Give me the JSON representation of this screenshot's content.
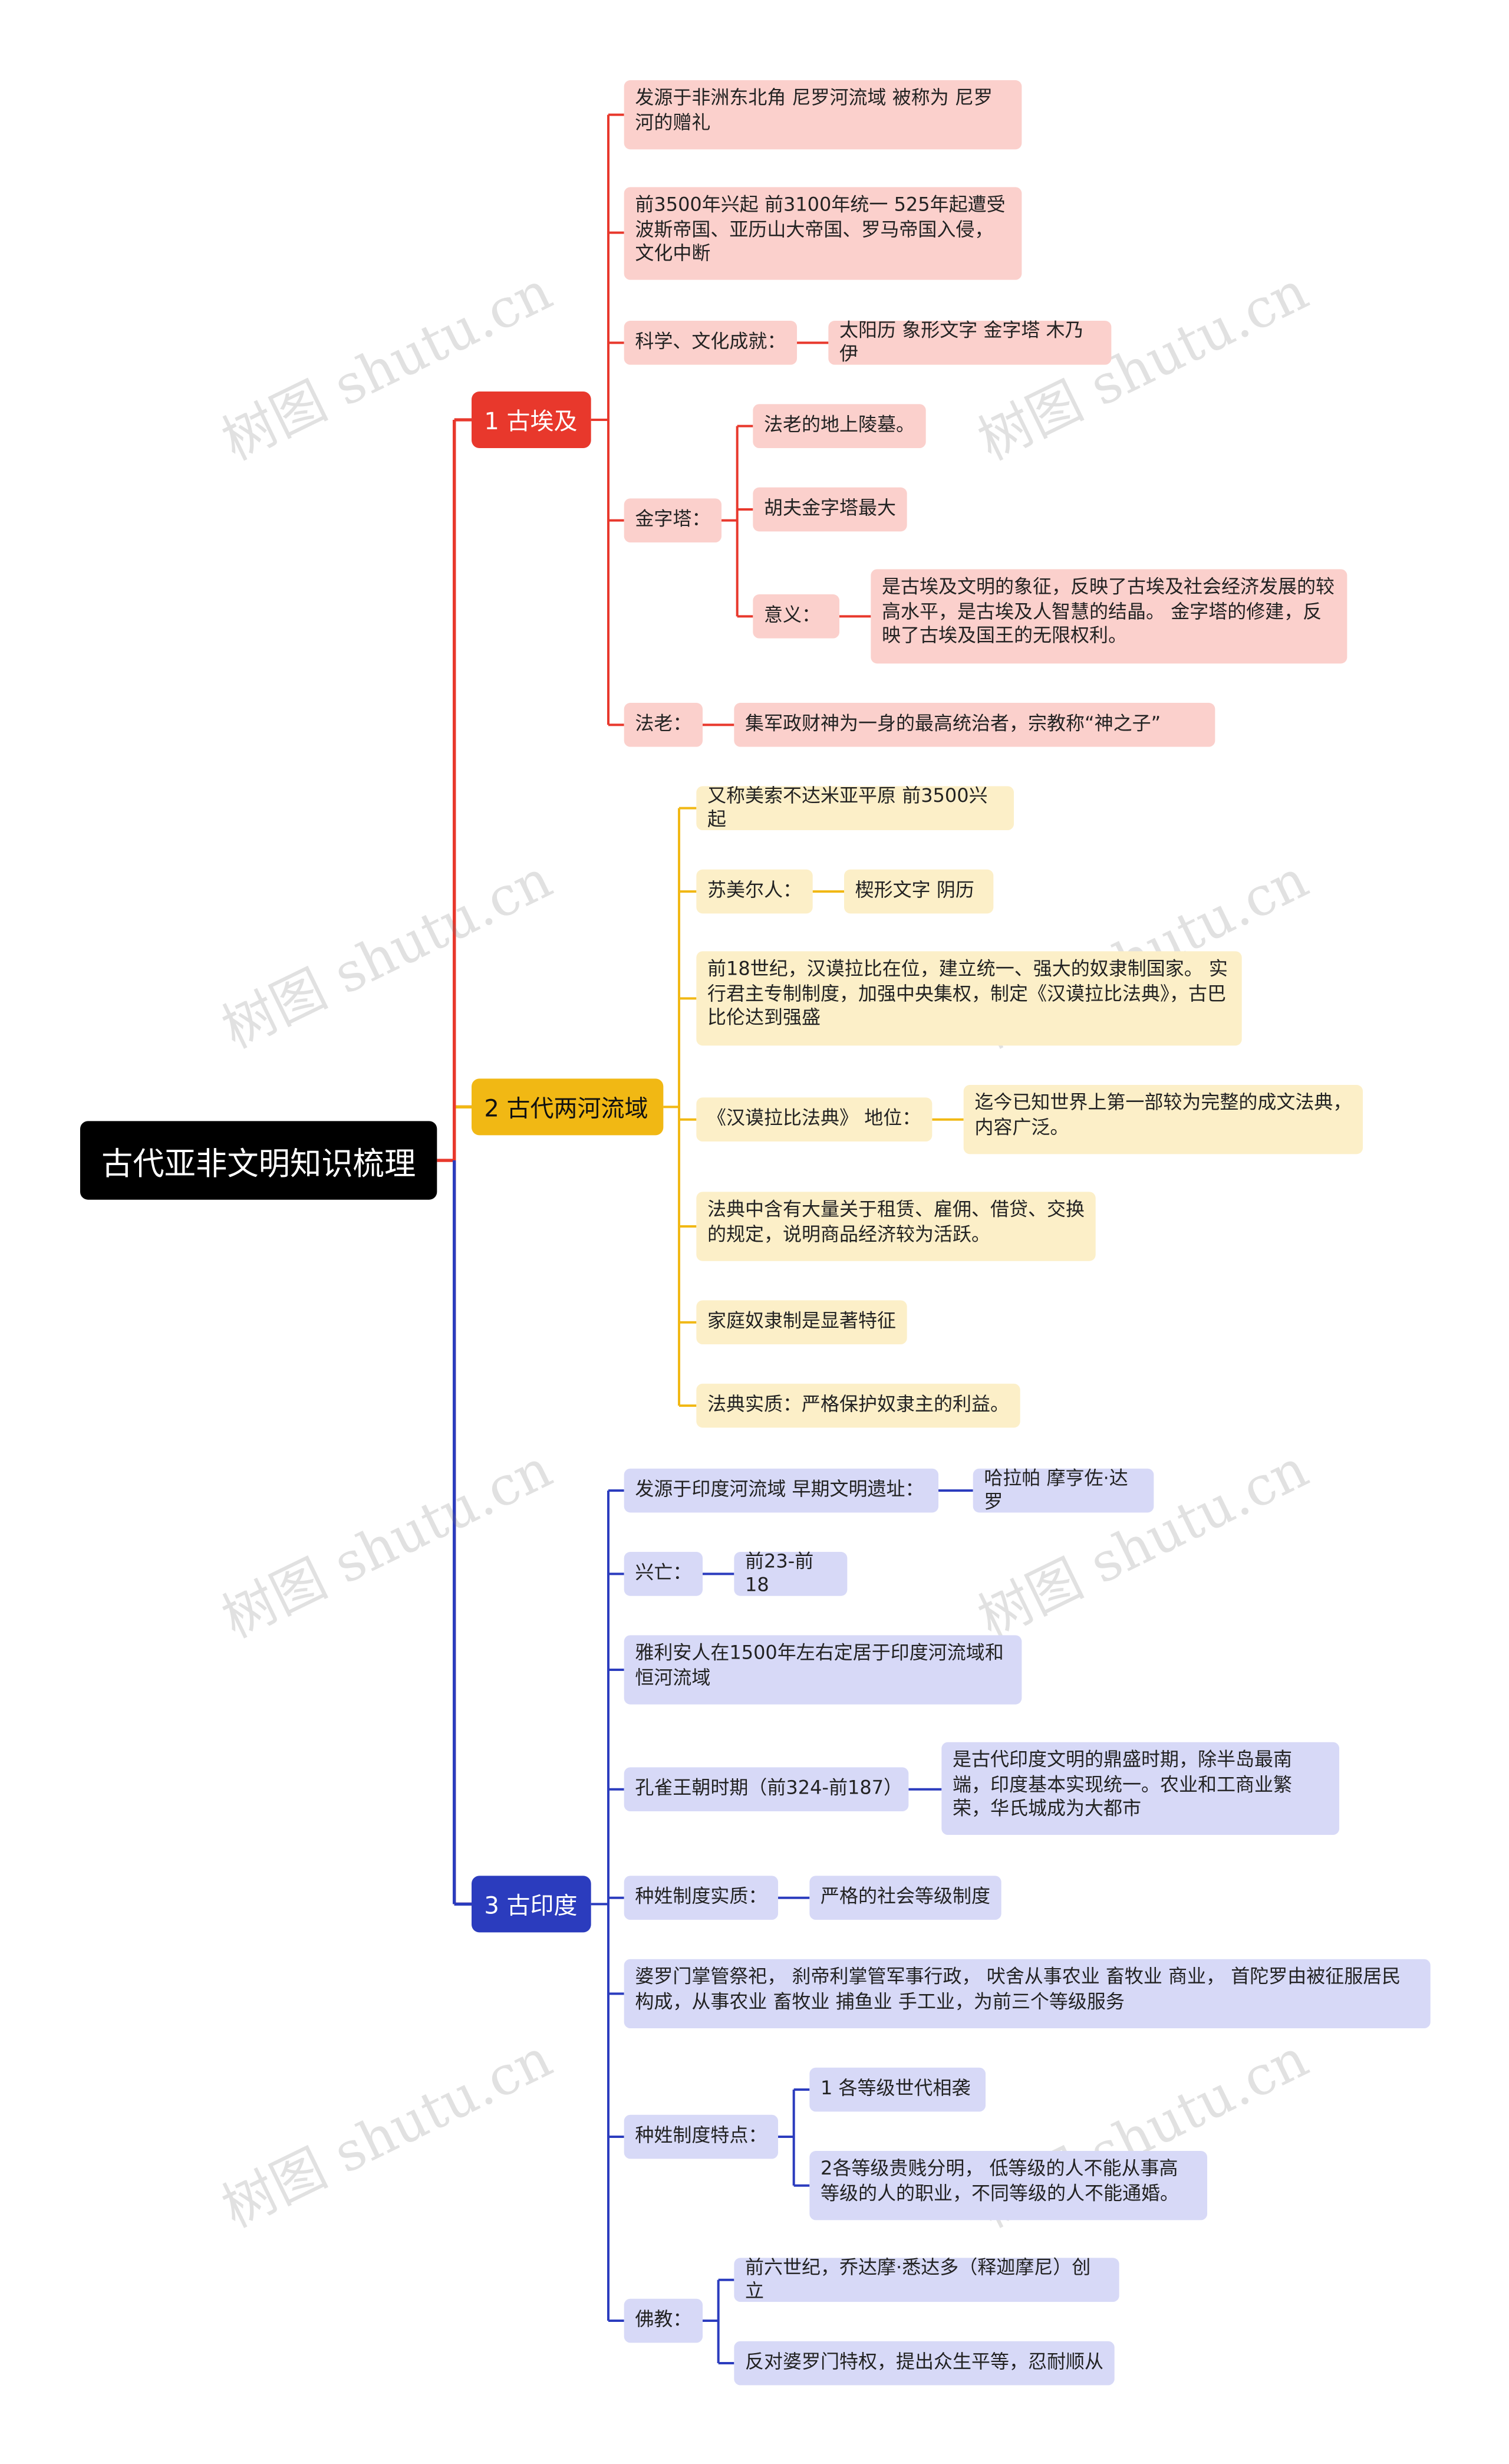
{
  "root": "古代亚非文明知识梳理",
  "watermark": "树图 shutu.cn",
  "colors": {
    "red": "#e8382c",
    "yellow": "#f1b814",
    "blue": "#2b3cbe"
  },
  "egypt": {
    "label": "1 古埃及",
    "n1": "发源于非洲东北角 尼罗河流域 被称为 尼罗河的赠礼",
    "n2": "前3500年兴起 前3100年统一 525年起遭受波斯帝国、亚历山大帝国、罗马帝国入侵，文化中断",
    "science": "科学、文化成就：",
    "science_value": "太阳历 象形文字 金字塔 木乃伊",
    "pyramid": "金字塔：",
    "pyramid_tomb": "法老的地上陵墓。",
    "pyramid_largest": "胡夫金字塔最大",
    "meaning": "意义：",
    "meaning_value": "是古埃及文明的象征，反映了古埃及社会经济发展的较高水平，是古埃及人智慧的结晶。 金字塔的修建，反映了古埃及国王的无限权利。",
    "pharaoh": "法老：",
    "pharaoh_value": "集军政财神为一身的最高统治者，宗教称“神之子”"
  },
  "meso": {
    "label": "2 古代两河流域",
    "n1": "又称美索不达米亚平原 前3500兴起",
    "sumer": "苏美尔人：",
    "sumer_value": "楔形文字  阴历",
    "n3": "前18世纪，汉谟拉比在位，建立统一、强大的奴隶制国家。 实行君主专制制度，加强中央集权，制定《汉谟拉比法典》，古巴比伦达到强盛",
    "code_status": "《汉谟拉比法典》 地位：",
    "code_status_value": "迄今已知世界上第一部较为完整的成文法典，内容广泛。",
    "n5": "法典中含有大量关于租赁、雇佣、借贷、交换的规定，说明商品经济较为活跃。",
    "n6": "家庭奴隶制是显著特征",
    "n7": "法典实质：严格保护奴隶主的利益。"
  },
  "india": {
    "label": "3 古印度",
    "origin": "发源于印度河流域  早期文明遗址：",
    "origin_value": "哈拉帕 摩亨佐·达罗",
    "rise": "兴亡：",
    "rise_value": "前23-前18",
    "aryan": "雅利安人在1500年左右定居于印度河流域和恒河流域",
    "maurya": "孔雀王朝时期（前324-前187）",
    "maurya_value": "是古代印度文明的鼎盛时期，除半岛最南端，印度基本实现统一。农业和工商业繁荣，华氏城成为大都市",
    "caste": "种姓制度实质：",
    "caste_value": "严格的社会等级制度",
    "varna": "婆罗门掌管祭祀，  刹帝利掌管军事行政， 吠舍从事农业 畜牧业 商业， 首陀罗由被征服居民构成，从事农业 畜牧业 捕鱼业 手工业，为前三个等级服务",
    "caste_features": "种姓制度特点：",
    "feature1": "1 各等级世代相袭",
    "feature2": "2各等级贵贱分明， 低等级的人不能从事高等级的人的职业，不同等级的人不能通婚。",
    "buddhism": "佛教：",
    "buddhism1": "前六世纪，乔达摩·悉达多（释迦摩尼）创立",
    "buddhism2": "反对婆罗门特权，提出众生平等，忍耐顺从"
  }
}
